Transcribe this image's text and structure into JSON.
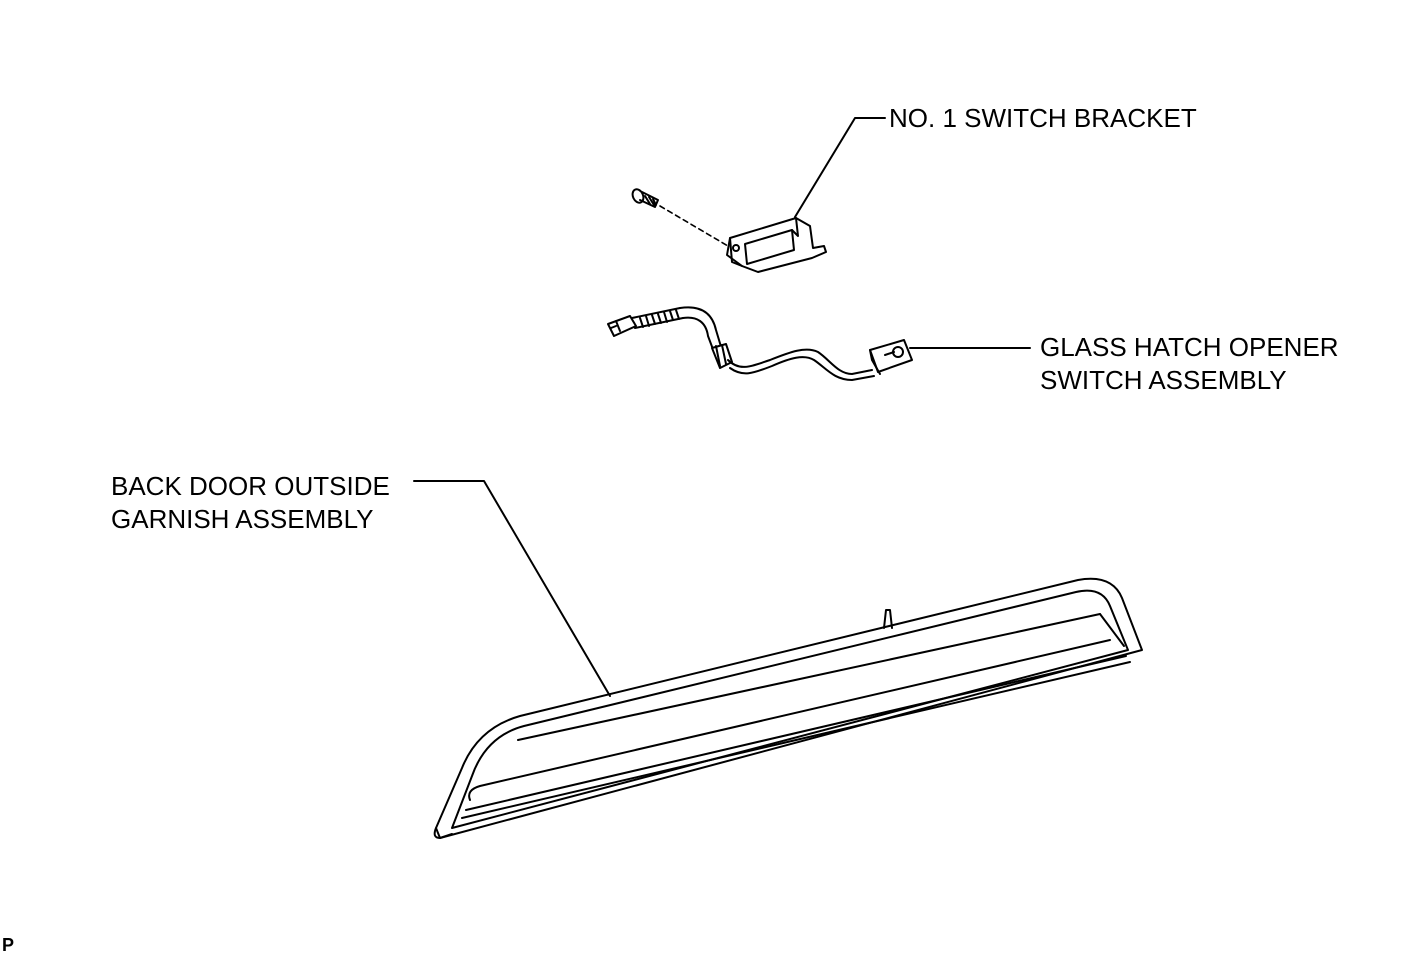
{
  "labels": {
    "bracket": "NO. 1 SWITCH BRACKET",
    "switch_line1": "GLASS HATCH OPENER",
    "switch_line2": "SWITCH ASSEMBLY",
    "garnish_line1": "BACK DOOR OUTSIDE",
    "garnish_line2": "GARNISH ASSEMBLY"
  },
  "corner_code": "P",
  "colors": {
    "line": "#000000",
    "background": "#ffffff"
  }
}
